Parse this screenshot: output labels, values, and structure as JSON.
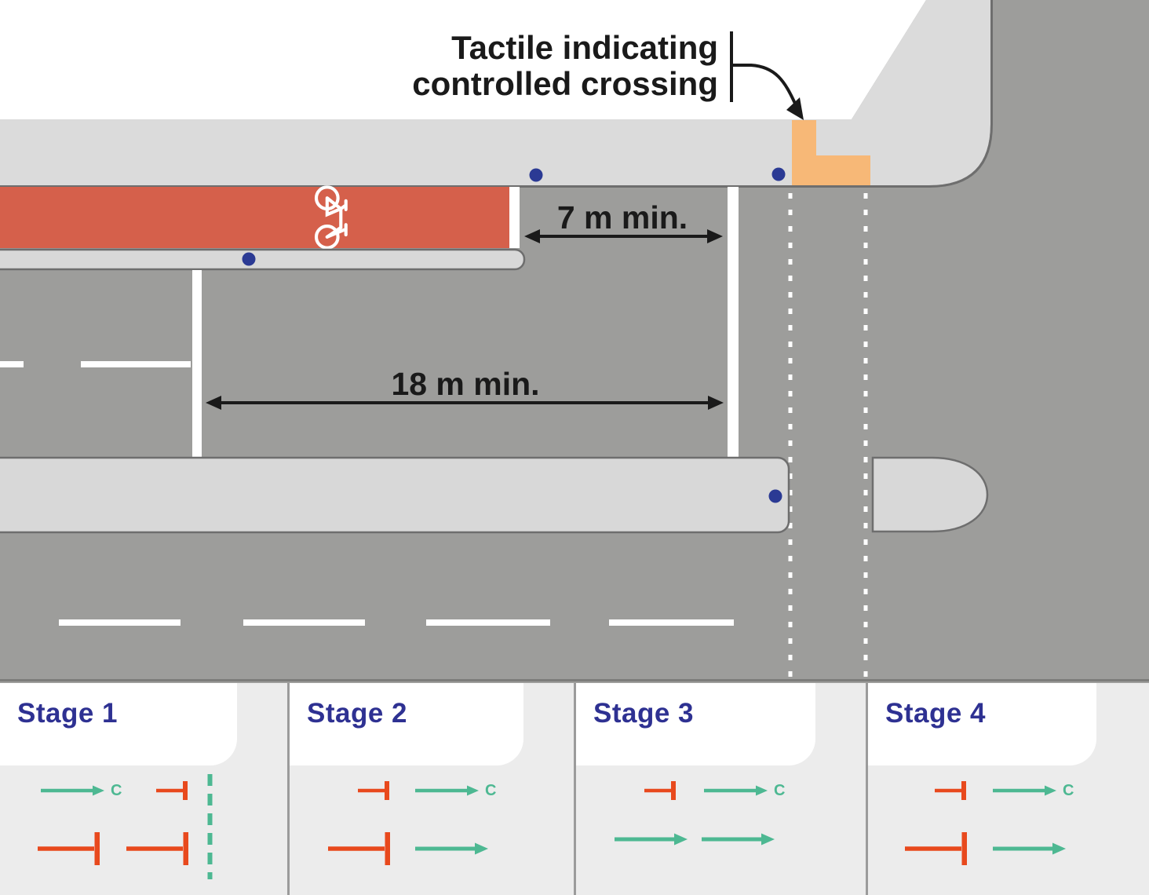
{
  "annotation": {
    "line1": "Tactile indicating",
    "line2": "controlled crossing"
  },
  "dimensions": {
    "gap7": "7 m min.",
    "gap18": "18 m min."
  },
  "legend": {
    "cycle_label": "C"
  },
  "stages": [
    {
      "label": "Stage 1",
      "row1_signals": [
        "green-arrow-with-c",
        "red-stop-short"
      ],
      "row2_signals": [
        "red-stop-long",
        "red-stop-long"
      ],
      "extra": "green-dashed-separator"
    },
    {
      "label": "Stage 2",
      "row1_signals": [
        "red-stop-short",
        "green-arrow-with-c"
      ],
      "row2_signals": [
        "red-stop-long",
        "green-arrow"
      ]
    },
    {
      "label": "Stage 3",
      "row1_signals": [
        "red-stop-short",
        "green-arrow-with-c"
      ],
      "row2_signals": [
        "green-arrow",
        "green-arrow"
      ]
    },
    {
      "label": "Stage 4",
      "row1_signals": [
        "red-stop-short",
        "green-arrow-with-c"
      ],
      "row2_signals": [
        "red-stop-long",
        "green-arrow"
      ]
    }
  ],
  "diagram_elements": {
    "tactile_paving": "orange L-shaped tactile pavers at controlled crossing",
    "signal_poles": 4,
    "cycle_lane": "red surfaced cycle lane with white bicycle marking",
    "crossing": "dotted white pedestrian crossing lines across carriageway"
  },
  "colors": {
    "road": "#9D9D9B",
    "footpath": "#DBDBDB",
    "island": "#D8D8D8",
    "edge_stroke": "#6E6E6E",
    "cycle_lane_red": "#D5604B",
    "tactile_orange": "#F7B877",
    "signal_pole_blue": "#2B3A94",
    "stage_title_navy": "#2E3192",
    "stage_red": "#E8491D",
    "stage_green": "#4DB892",
    "stage_bg": "#ECECEC"
  }
}
